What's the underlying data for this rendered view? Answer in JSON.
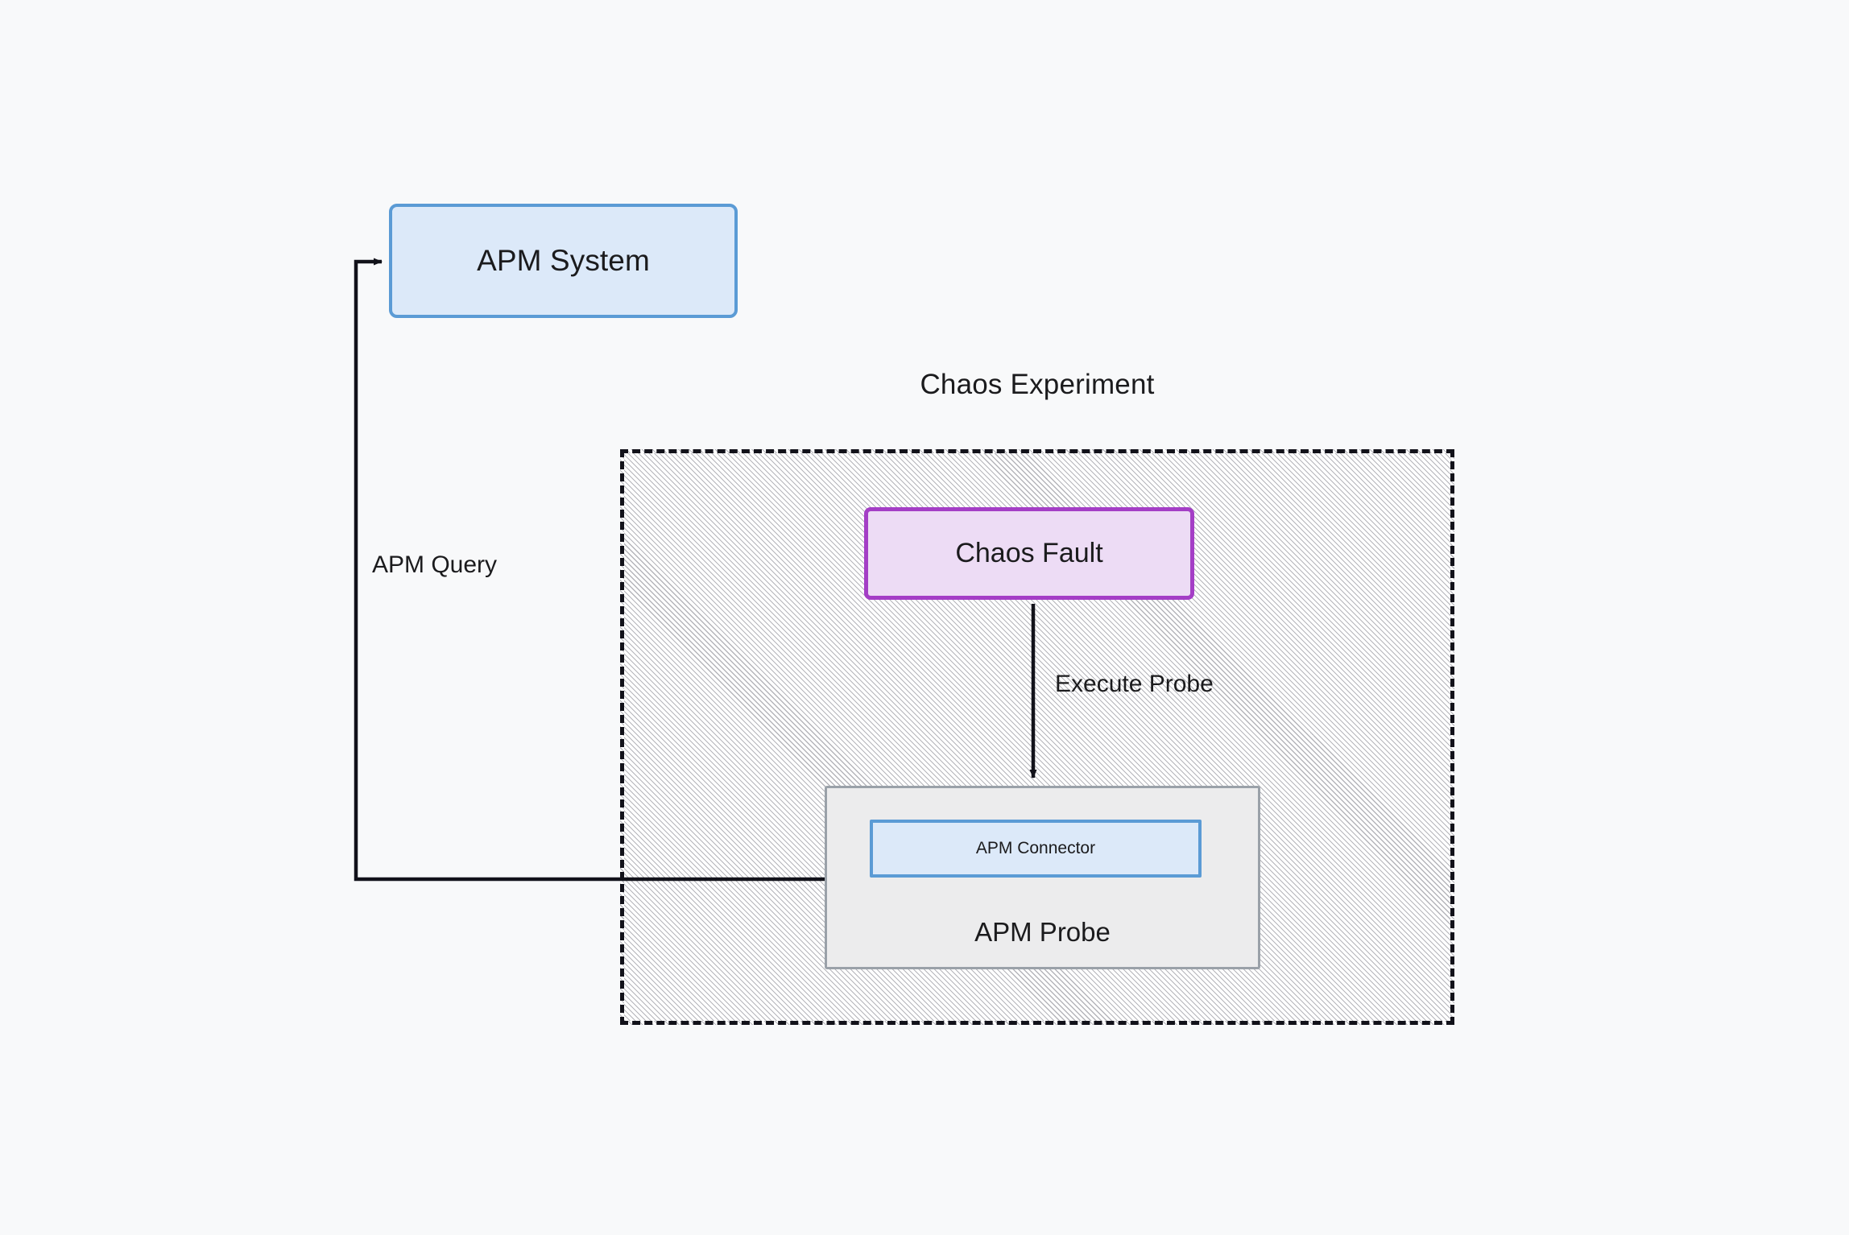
{
  "diagram": {
    "title": "Chaos Experiment",
    "background_color": "#f8f9fa",
    "nodes": {
      "apm_system": {
        "label": "APM System",
        "fill": "#dce9f9",
        "stroke": "#5b9bd5"
      },
      "chaos_fault": {
        "label": "Chaos Fault",
        "fill": "#eddcf5",
        "stroke": "#a43ec6"
      },
      "apm_probe": {
        "label": "APM Probe",
        "fill": "#ececed",
        "stroke": "#9aa1a9"
      },
      "apm_connector": {
        "label": "APM Connector",
        "fill": "#dce9f9",
        "stroke": "#5b9bd5"
      },
      "experiment_container": {
        "label": "Chaos Experiment",
        "stroke": "#12121a",
        "border_style": "dashed",
        "fill_pattern": "diagonal-hatch"
      }
    },
    "edges": [
      {
        "id": "execute-probe",
        "label": "Execute Probe",
        "from": "chaos_fault",
        "to": "apm_probe",
        "arrow": "end",
        "color": "#12121a"
      },
      {
        "id": "apm-query",
        "label": "APM Query",
        "from": "apm_connector",
        "to": "apm_system",
        "arrow": "end",
        "color": "#12121a"
      }
    ]
  }
}
